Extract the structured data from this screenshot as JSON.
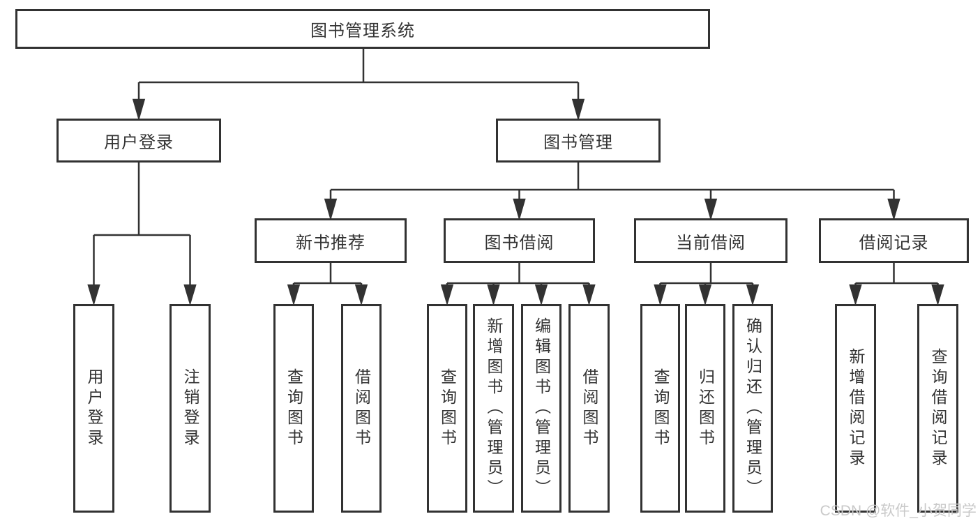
{
  "style": {
    "line_color": "#323232",
    "border_color": "#323232",
    "text_color": "#333333",
    "background_color": "#ffffff",
    "watermark_color": "#c9c9c9"
  },
  "watermark": {
    "text": "CSDN @软件_小贺同学"
  },
  "tree": {
    "root": {
      "label": "图书管理系统",
      "children": [
        {
          "label": "用户登录",
          "children": [
            {
              "label": "用户登录"
            },
            {
              "label": "注销登录"
            }
          ]
        },
        {
          "label": "图书管理",
          "children": [
            {
              "label": "新书推荐",
              "children": [
                {
                  "label": "查询图书"
                },
                {
                  "label": "借阅图书"
                }
              ]
            },
            {
              "label": "图书借阅",
              "children": [
                {
                  "label": "查询图书"
                },
                {
                  "label": "新增图书（管理员）"
                },
                {
                  "label": "编辑图书（管理员）"
                },
                {
                  "label": "借阅图书"
                }
              ]
            },
            {
              "label": "当前借阅",
              "children": [
                {
                  "label": "查询图书"
                },
                {
                  "label": "归还图书"
                },
                {
                  "label": "确认归还（管理员）"
                }
              ]
            },
            {
              "label": "借阅记录",
              "children": [
                {
                  "label": "新增借阅记录"
                },
                {
                  "label": "查询借阅记录"
                }
              ]
            }
          ]
        }
      ]
    }
  }
}
